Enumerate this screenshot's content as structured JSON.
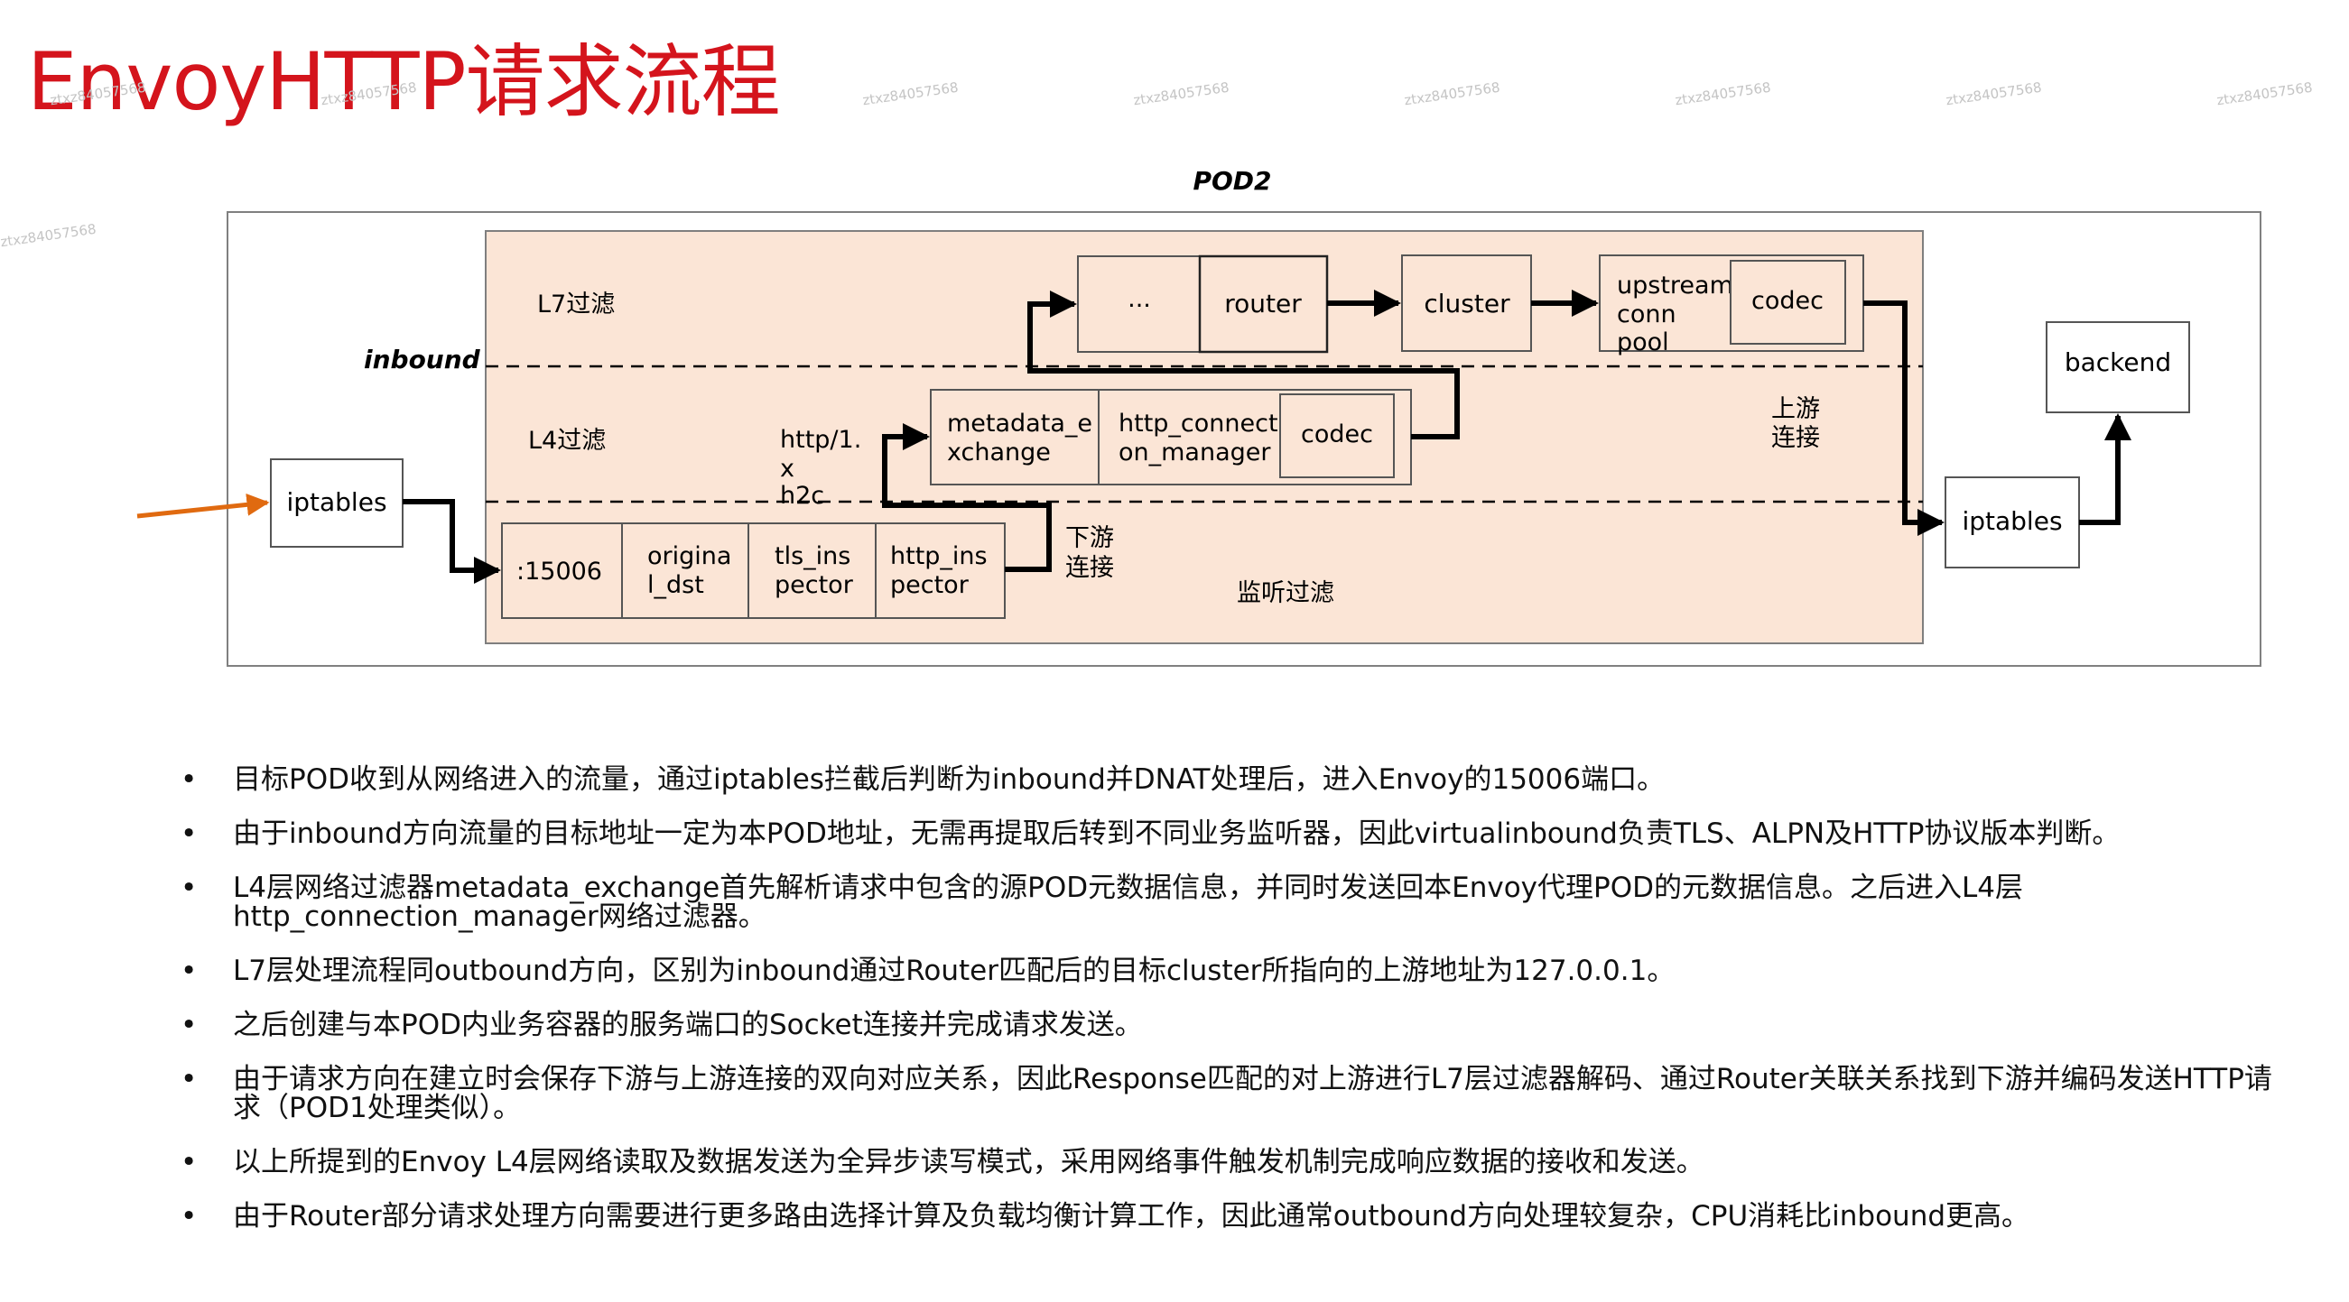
{
  "title": "EnvoyHTTP请求流程",
  "watermark": "ztxz84057568",
  "colors": {
    "title_red": "#d4141c",
    "pod_fill": "#fbe5d6",
    "box_fill": "#ffffff",
    "arrow_black": "#000000",
    "arrow_orange": "#e06a10"
  },
  "diagram": {
    "pod_label": "POD2",
    "inbound_label": "inbound",
    "l7_label": "L7过滤",
    "l4_label": "L4过滤",
    "listener_label": "监听过滤",
    "downstream_label": [
      "下游",
      "连接"
    ],
    "upstream_label": [
      "上游",
      "连接"
    ],
    "http_version_label": [
      "http/1.",
      "x",
      "h2c"
    ],
    "iptables_in": "iptables",
    "iptables_out": "iptables",
    "backend": "backend",
    "listener_chain": [
      {
        "lines": [
          ":15006"
        ]
      },
      {
        "lines": [
          "origina",
          "l_dst"
        ]
      },
      {
        "lines": [
          "tls_ins",
          "pector"
        ]
      },
      {
        "lines": [
          "http_ins",
          "pector"
        ]
      }
    ],
    "metadata_exchange": [
      "metadata_e",
      "xchange"
    ],
    "http_conn_manager": [
      "http_connecti",
      "on_manager"
    ],
    "hcm_codec": "codec",
    "l7_ellipsis": "...",
    "router": "router",
    "cluster": "cluster",
    "upstream_pool": [
      "upstream",
      "conn",
      "pool"
    ],
    "pool_codec": "codec"
  },
  "bullet_symbol": "•",
  "bullets": [
    "目标POD收到从网络进入的流量，通过iptables拦截后判断为inbound并DNAT处理后，进入Envoy的15006端口。",
    "由于inbound方向流量的目标地址一定为本POD地址，无需再提取后转到不同业务监听器，因此virtualinbound负责TLS、ALPN及HTTP协议版本判断。",
    "L4层网络过滤器metadata_exchange首先解析请求中包含的源POD元数据信息，并同时发送回本Envoy代理POD的元数据信息。之后进入L4层http_connection_manager网络过滤器。",
    "L7层处理流程同outbound方向，区别为inbound通过Router匹配后的目标cluster所指向的上游地址为127.0.0.1。",
    "之后创建与本POD内业务容器的服务端口的Socket连接并完成请求发送。",
    "由于请求方向在建立时会保存下游与上游连接的双向对应关系，因此Response匹配的对上游进行L7层过滤器解码、通过Router关联关系找到下游并编码发送HTTP请求（POD1处理类似）。",
    "以上所提到的Envoy L4层网络读取及数据发送为全异步读写模式，采用网络事件触发机制完成响应数据的接收和发送。",
    "由于Router部分请求处理方向需要进行更多路由选择计算及负载均衡计算工作，因此通常outbound方向处理较复杂，CPU消耗比inbound更高。"
  ]
}
